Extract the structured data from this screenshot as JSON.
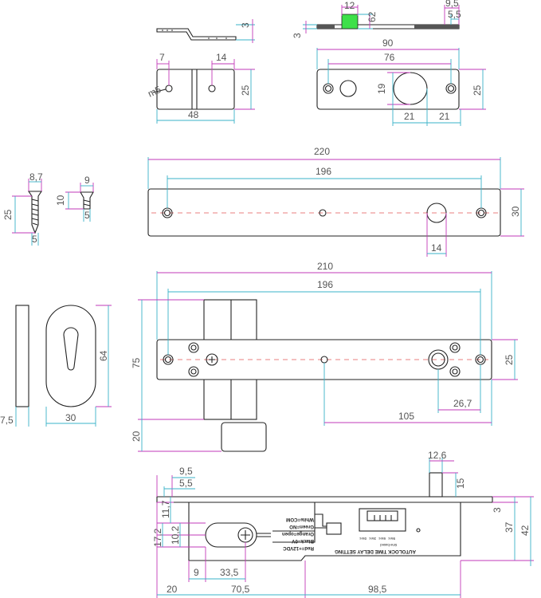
{
  "dims": {
    "hinge_top": {
      "t": "3"
    },
    "hinge_plan": {
      "d7": "7",
      "d14": "14",
      "d25": "25",
      "d48": "48",
      "m5": "m5"
    },
    "strike_side": {
      "d12": "12",
      "d62": "62",
      "d3": "3",
      "d95": "9,5",
      "d55": "5,5"
    },
    "strike_plan": {
      "d90": "90",
      "d76": "76",
      "d19": "19",
      "d25": "25",
      "d21a": "21",
      "d21b": "21"
    },
    "faceplate": {
      "d220": "220",
      "d196": "196",
      "d30": "30",
      "d14": "14"
    },
    "screw1": {
      "d87": "8,7",
      "d25": "25",
      "d5": "5"
    },
    "screw2": {
      "d9": "9",
      "d10": "10",
      "d5": "5"
    },
    "escutcheon": {
      "d75": "7,5",
      "d64": "64",
      "d30": "30"
    },
    "lock_front": {
      "d210": "210",
      "d196": "196",
      "d75": "75",
      "d25": "25",
      "d20": "20",
      "d267": "26,7",
      "d105": "105"
    },
    "lock_side": {
      "d126": "12,6",
      "d95": "9,5",
      "d55": "5,5",
      "d15": "15",
      "d3": "3",
      "d37": "37",
      "d42": "42",
      "d117": "11,7",
      "d172": "17,2",
      "d102": "10,2",
      "d9": "9",
      "d335": "33,5",
      "d20": "20",
      "d705": "70,5",
      "d985": "98,5"
    }
  },
  "wiring": {
    "labels": [
      "White=COM",
      "Green=NO",
      "Orange=open",
      "Black=0V",
      "Red=+12VDC"
    ]
  },
  "board": {
    "modes": [
      "0sec",
      "3sec",
      "6sec",
      "9sec"
    ],
    "switch": "time-based",
    "title": "AUTOLOCK TIME DELAY SETTING"
  }
}
